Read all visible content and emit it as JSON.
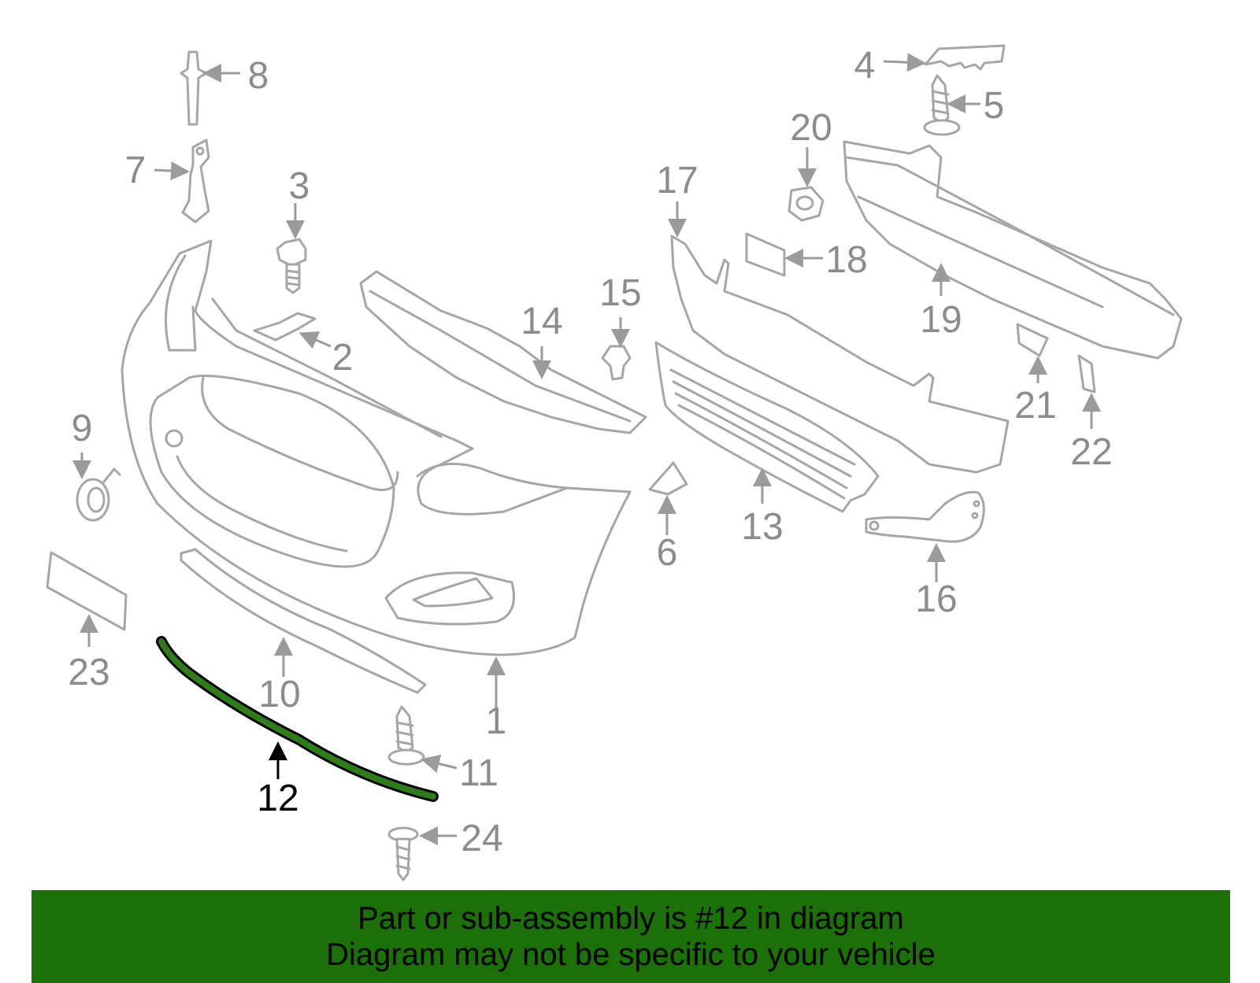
{
  "diagram": {
    "callouts": {
      "c1": "1",
      "c2": "2",
      "c3": "3",
      "c4": "4",
      "c5": "5",
      "c6": "6",
      "c7": "7",
      "c8": "8",
      "c9": "9",
      "c10": "10",
      "c11": "11",
      "c12": "12",
      "c13": "13",
      "c14": "14",
      "c15": "15",
      "c16": "16",
      "c17": "17",
      "c18": "18",
      "c19": "19",
      "c20": "20",
      "c21": "21",
      "c22": "22",
      "c23": "23",
      "c24": "24"
    },
    "highlighted_part": "12",
    "colors": {
      "part_line": "#a6a6a6",
      "callout_text": "#8c8c8c",
      "highlight_fill": "#2e7d1a",
      "highlight_outline": "#000000",
      "banner_background": "#1b7008"
    }
  },
  "banner": {
    "line1": "Part or sub-assembly is #12 in diagram",
    "line2": "Diagram may not be specific to your vehicle"
  }
}
